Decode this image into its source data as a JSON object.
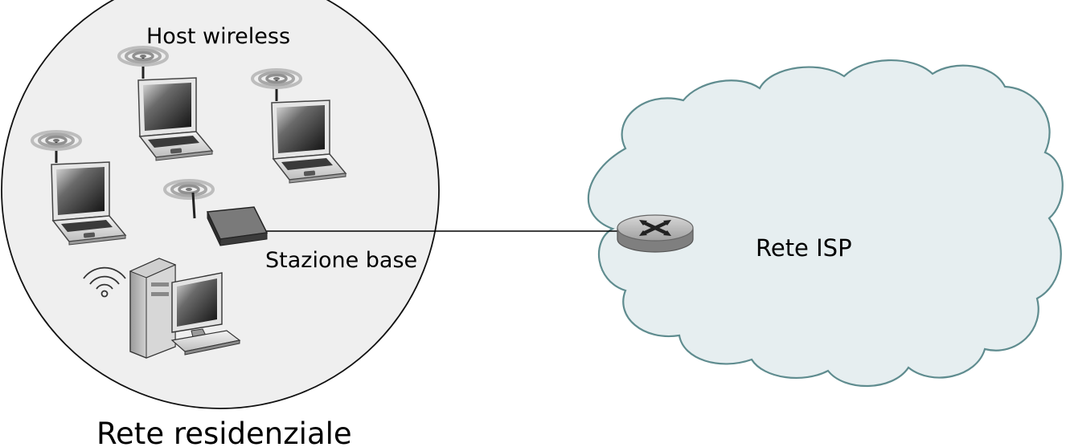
{
  "labels": {
    "wireless_hosts": "Host wireless",
    "base_station": "Stazione base",
    "isp_network": "Rete ISP",
    "home_network": "Rete residenziale"
  },
  "colors": {
    "home_fill": "#efefef",
    "cloud_fill": "#e6eef0",
    "cloud_stroke": "#5f8c8f",
    "link": "#000000"
  },
  "icons": {
    "laptops": [
      "laptop-icon",
      "laptop-icon",
      "laptop-icon",
      "laptop-icon"
    ],
    "base_station": "wireless-router-icon",
    "desktop": "desktop-computer-icon",
    "wifi": "wifi-signal-icon",
    "router": "router-icon",
    "cloud": "cloud-shape"
  }
}
